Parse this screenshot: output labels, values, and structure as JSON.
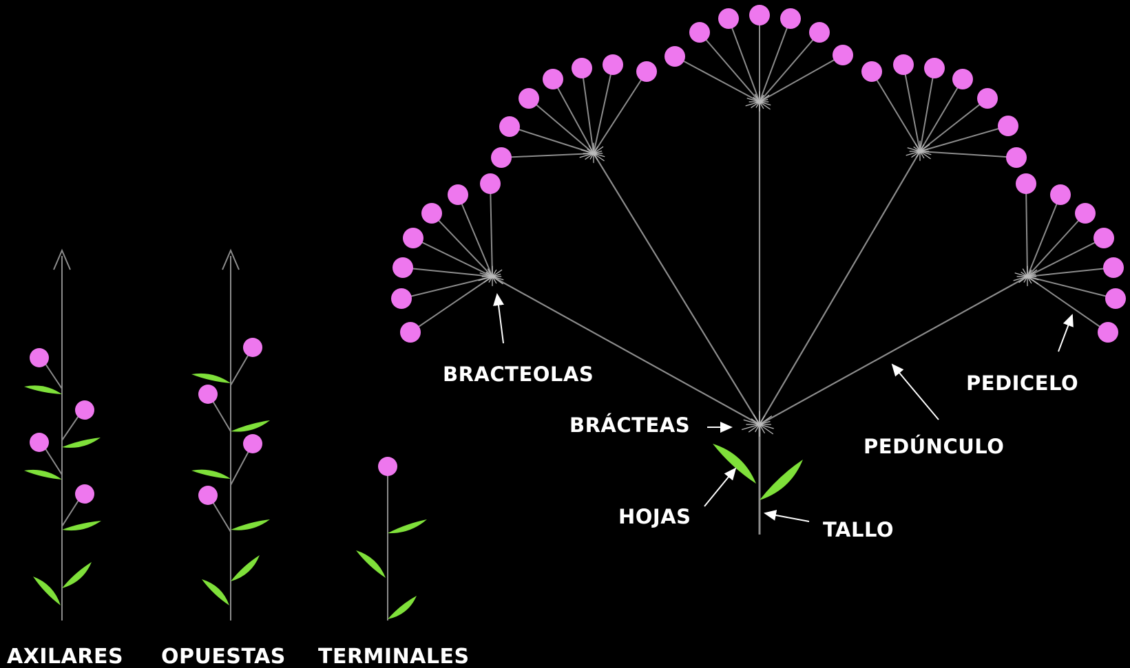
{
  "colors": {
    "background": "#000000",
    "stem": "#8c8c8c",
    "flower": "#ee77ee",
    "leaf": "#7fe03a",
    "text": "#ffffff"
  },
  "labels": {
    "axilares": "AXILARES",
    "opuestas": "OPUESTAS",
    "terminales": "TERMINALES",
    "bracteolas": "BRACTEOLAS",
    "bracteas": "BRÁCTEAS",
    "hojas": "HOJAS",
    "tallo": "TALLO",
    "pedicelo": "PEDICELO",
    "pedunculo": "PEDÚNCULO"
  },
  "icons": [
    "arrow-up-icon",
    "flower-icon",
    "leaf-icon",
    "bract-icon"
  ]
}
